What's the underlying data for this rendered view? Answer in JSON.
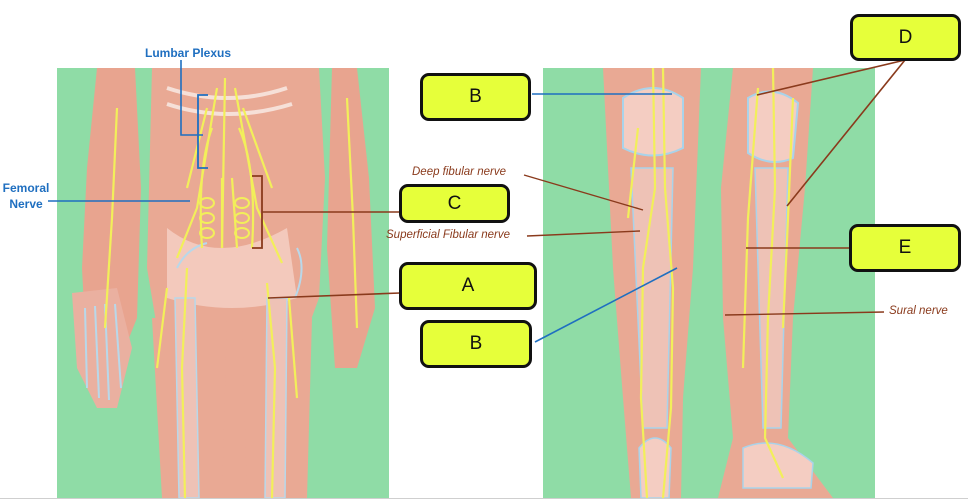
{
  "labels": {
    "lumbar_plexus": "Lumbar Plexus",
    "femoral_nerve_line1": "Femoral",
    "femoral_nerve_line2": "Nerve",
    "deep_fibular": "Deep fibular nerve",
    "superficial_fibular": "Superficial Fibular nerve",
    "sural": "Sural nerve"
  },
  "boxes": {
    "a": "A",
    "b_top": "B",
    "b_bottom": "B",
    "c": "C",
    "d": "D",
    "e": "E"
  },
  "colors": {
    "box_fill": "#e6ff3a",
    "blue_leader": "#1f6fc0",
    "brown_leader": "#8a3a1c",
    "background_green": "#8fdca6",
    "skin": "#e8a48f",
    "nerve": "#f2ef5a"
  }
}
